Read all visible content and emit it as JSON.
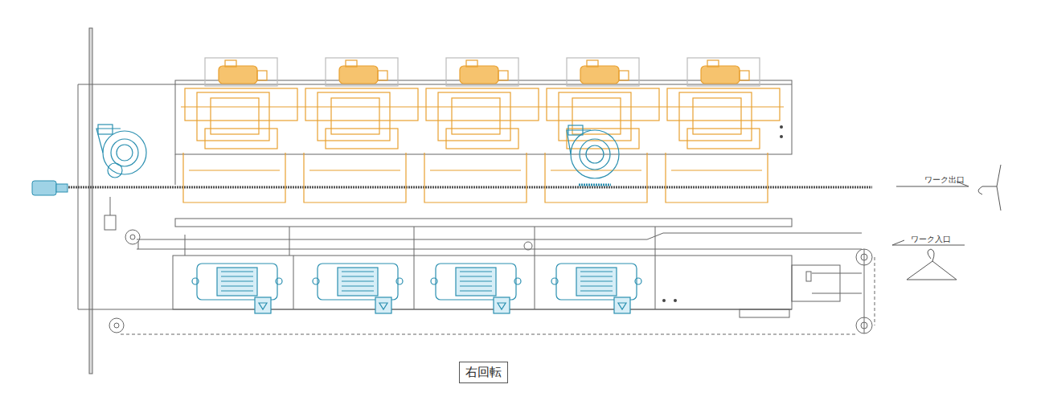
{
  "diagram": {
    "nodes": [
      {
        "text": [
          "右回転"
        ]
      }
    ],
    "labels": [
      "ワーク出口",
      "ワーク入口"
    ]
  }
}
